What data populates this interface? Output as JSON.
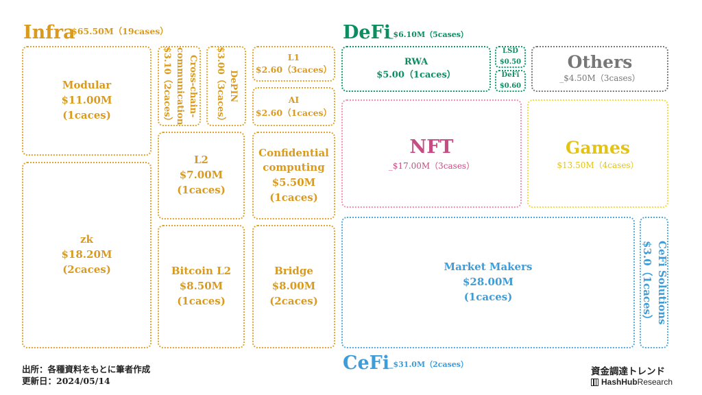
{
  "colors": {
    "infra": "#D99A1E",
    "defi": "#0C8D60",
    "others": "#777777",
    "nft": "#C64C82",
    "games": "#E3C318",
    "cefi": "#3E9CD8"
  },
  "categories": {
    "infra": {
      "title": "Infra",
      "subtitle": "$65.50M（19cases）"
    },
    "defi": {
      "title": "DeFi",
      "subtitle": "_$6.10M（5cases）"
    },
    "others": {
      "title": "Others",
      "subtitle": "_$4.50M（3cases）"
    },
    "nft": {
      "title": "NFT",
      "subtitle": "_$17.00M（3cases）"
    },
    "games": {
      "title": "Games",
      "subtitle": "$13.50M（4cases）"
    },
    "cefi": {
      "title": "CeFi",
      "subtitle": "_$31.0M（2cases）"
    }
  },
  "chart_data": {
    "type": "treemap",
    "unit": "USD millions",
    "groups": [
      {
        "name": "Infra",
        "total": 65.5,
        "cases": 19,
        "items": [
          {
            "label": "Modular",
            "amount_text": "$11.00M",
            "cases_text": "(1caces)",
            "value": 11.0
          },
          {
            "label": "zk",
            "amount_text": "$18.20M",
            "cases_text": "(2caces)",
            "value": 18.2
          },
          {
            "label": "Cross-chain-communication",
            "label_lines": [
              "Cross-chain-",
              "communication"
            ],
            "amount_text": "$3.10（2caces）",
            "value": 3.1
          },
          {
            "label": "DePIN",
            "amount_text": "$3.00（3caces）",
            "value": 3.0
          },
          {
            "label": "L1",
            "amount_text": "$2.60（3caces）",
            "value": 2.6
          },
          {
            "label": "AI",
            "amount_text": "$2.60（1caces）",
            "value": 2.6
          },
          {
            "label": "L2",
            "amount_text": "$7.00M",
            "cases_text": "(1caces)",
            "value": 7.0
          },
          {
            "label": "Confidential computing",
            "label_lines": [
              "Confidential",
              "computing"
            ],
            "amount_text": "$5.50M",
            "cases_text": "(1caces)",
            "value": 5.5
          },
          {
            "label": "Bitcoin L2",
            "amount_text": "$8.50M",
            "cases_text": "(1caces)",
            "value": 8.5
          },
          {
            "label": "Bridge",
            "amount_text": "$8.00M",
            "cases_text": "(2caces)",
            "value": 8.0
          }
        ]
      },
      {
        "name": "DeFi",
        "total": 6.1,
        "cases": 5,
        "items": [
          {
            "label": "RWA",
            "amount_text": "$5.00（1caces）",
            "value": 5.0
          },
          {
            "label": "LSD",
            "amount_text": "$0.50",
            "value": 0.5
          },
          {
            "label": "DeFi",
            "amount_text": "$0.60",
            "value": 0.6
          }
        ]
      },
      {
        "name": "Others",
        "total": 4.5,
        "cases": 3,
        "items": []
      },
      {
        "name": "NFT",
        "total": 17.0,
        "cases": 3,
        "items": []
      },
      {
        "name": "Games",
        "total": 13.5,
        "cases": 4,
        "items": []
      },
      {
        "name": "CeFi",
        "total": 31.0,
        "cases": 2,
        "items": [
          {
            "label": "Market Makers",
            "amount_text": "$28.00M",
            "cases_text": "(1caces)",
            "value": 28.0
          },
          {
            "label": "CeFi Solutions",
            "amount_text": "$3.0（1caces）",
            "value": 3.0
          }
        ]
      }
    ]
  },
  "footer": {
    "source": "出所：各種資料をもとに筆者作成",
    "updated": "更新日：2024/05/14",
    "brand_title": "資金調達トレンド",
    "logo_bold": "HashHub",
    "logo_light": "Research"
  }
}
